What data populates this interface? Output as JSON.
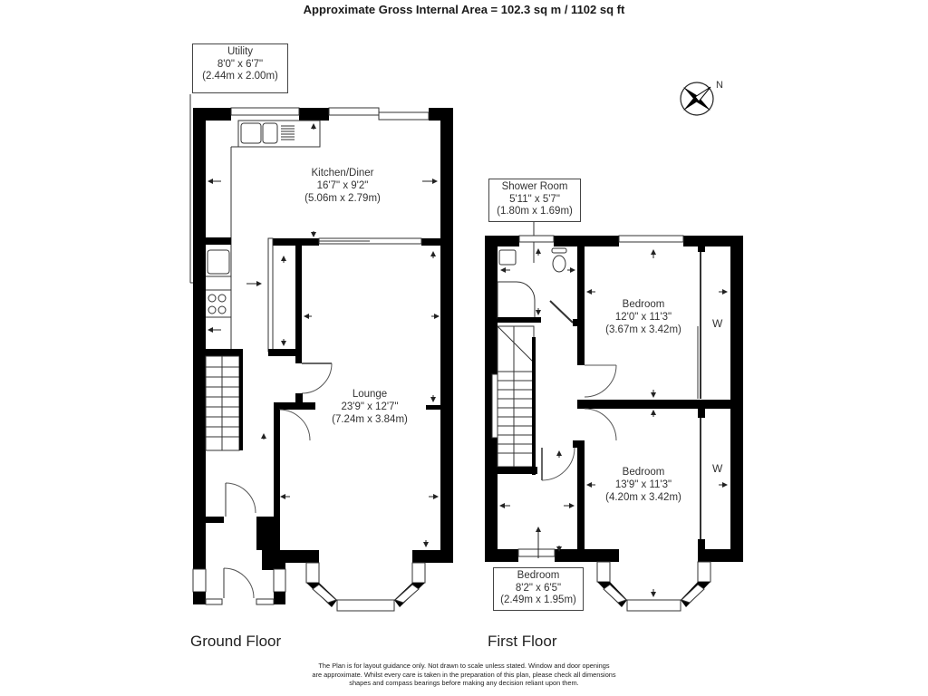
{
  "header": {
    "title": "Approximate Gross Internal Area = 102.3 sq m / 1102 sq ft"
  },
  "compass": {
    "icon": "compass-rose-icon",
    "north_label": "N"
  },
  "ground_floor": {
    "label": "Ground Floor",
    "rooms": [
      {
        "name": "Utility",
        "imperial": "8'0\" x 6'7\"",
        "metric": "(2.44m x 2.00m)"
      },
      {
        "name": "Kitchen/Diner",
        "imperial": "16'7\" x 9'2\"",
        "metric": "(5.06m x 2.79m)"
      },
      {
        "name": "Lounge",
        "imperial": "23'9\" x 12'7\"",
        "metric": "(7.24m x 3.84m)"
      }
    ]
  },
  "first_floor": {
    "label": "First Floor",
    "rooms": [
      {
        "name": "Shower Room",
        "imperial": "5'11\" x 5'7\"",
        "metric": "(1.80m x 1.69m)"
      },
      {
        "name": "Bedroom",
        "imperial": "12'0\" x 11'3\"",
        "metric": "(3.67m x 3.42m)"
      },
      {
        "name": "Bedroom",
        "imperial": "13'9\" x 11'3\"",
        "metric": "(4.20m x 3.42m)"
      },
      {
        "name": "Bedroom",
        "imperial": "8'2\" x 6'5\"",
        "metric": "(2.49m x 1.95m)"
      }
    ],
    "wardrobe_labels": [
      "W",
      "W"
    ]
  },
  "disclaimer": {
    "lines": [
      "The Plan is for layout guidance only. Not drawn to scale unless stated. Window and door openings",
      "are approximate. Whilst every care is taken in the preparation of this plan, please check all dimensions",
      "shapes and compass bearings before making any decision reliant upon them."
    ]
  },
  "colors": {
    "wall": "#000000",
    "line": "#333333",
    "background": "#ffffff"
  }
}
